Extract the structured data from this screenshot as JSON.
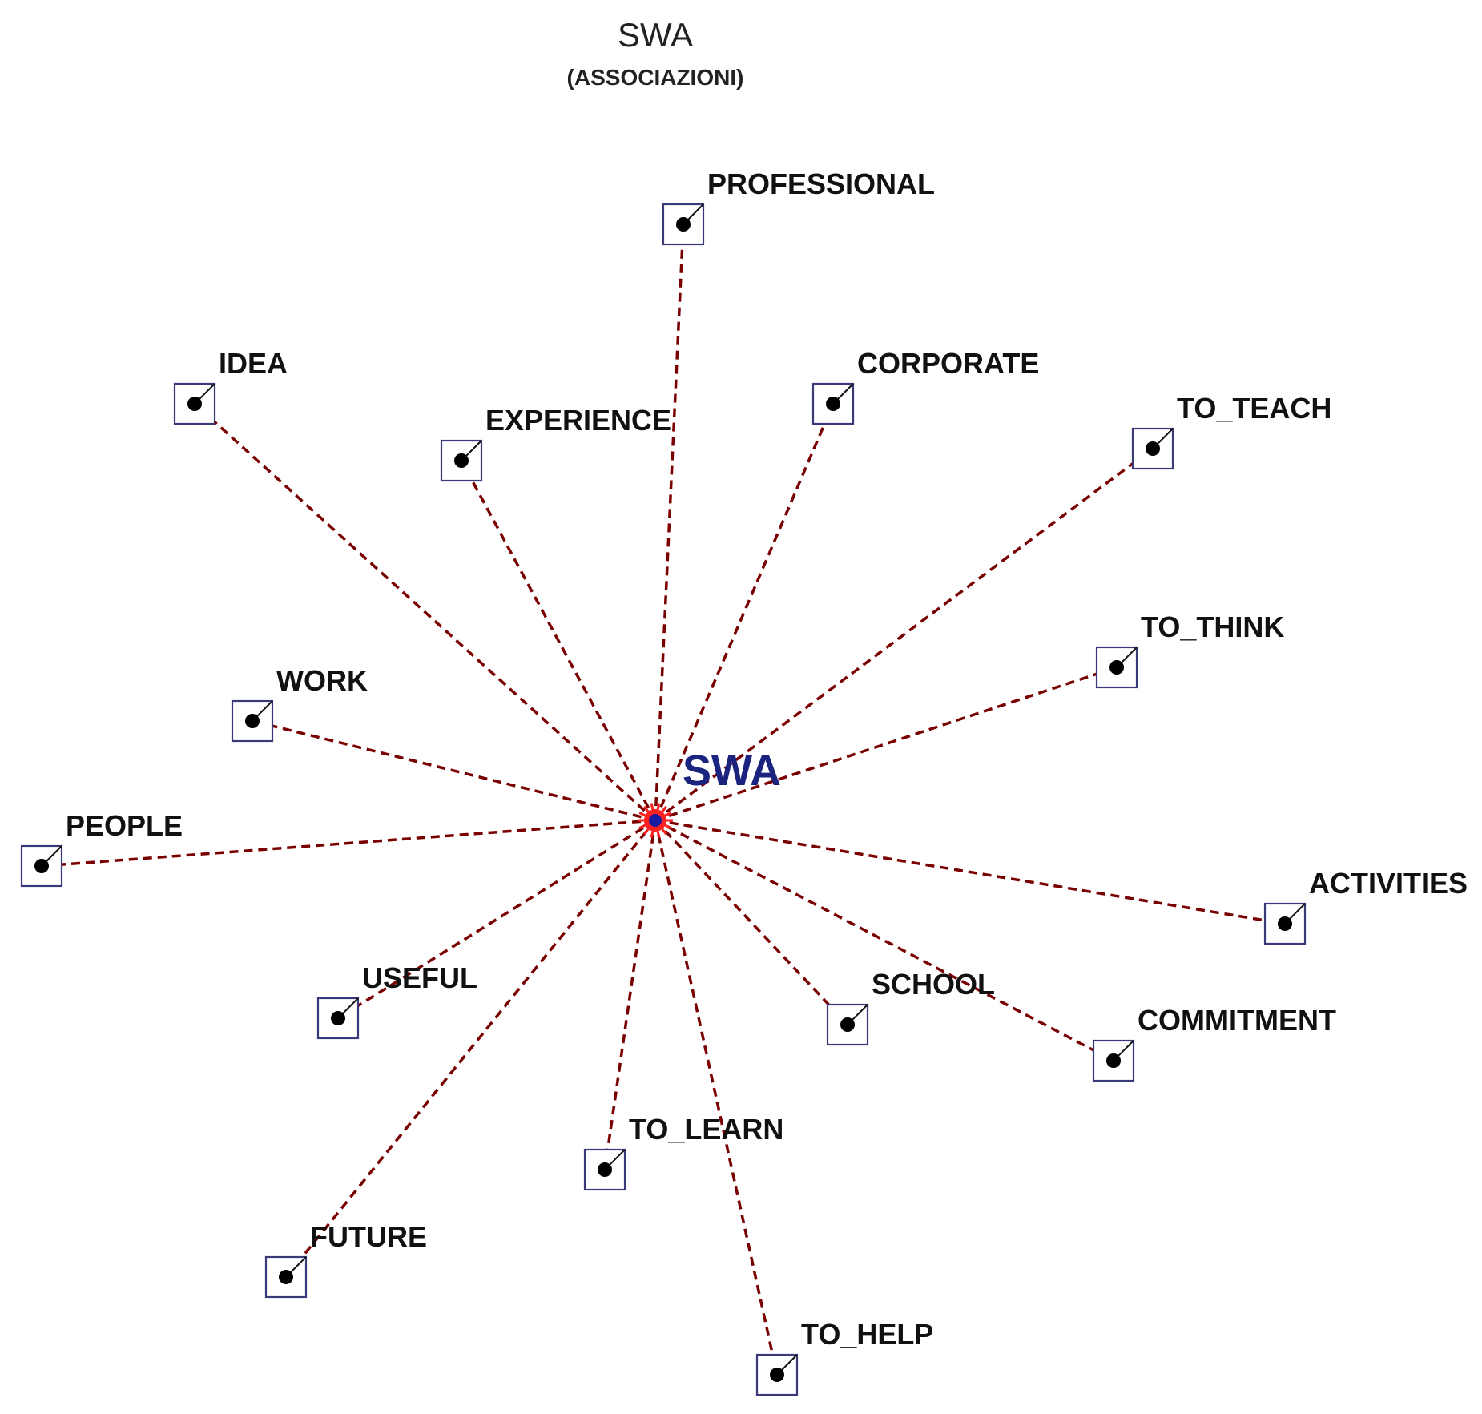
{
  "title": "SWA",
  "subtitle": "(ASSOCIAZIONI)",
  "center": {
    "label": "SWA"
  },
  "colors": {
    "edge": "#7a0000",
    "box": "#3a3a7a",
    "center_label": "#1a237e",
    "center_dot": "#1a1aa0",
    "center_burst": "#ff2020"
  },
  "nodes": [
    {
      "id": "professional",
      "label": "PROFESSIONAL"
    },
    {
      "id": "idea",
      "label": "IDEA"
    },
    {
      "id": "experience",
      "label": "EXPERIENCE"
    },
    {
      "id": "corporate",
      "label": "CORPORATE"
    },
    {
      "id": "to-teach",
      "label": "TO_TEACH"
    },
    {
      "id": "to-think",
      "label": "TO_THINK"
    },
    {
      "id": "work",
      "label": "WORK"
    },
    {
      "id": "people",
      "label": "PEOPLE"
    },
    {
      "id": "activities",
      "label": "ACTIVITIES"
    },
    {
      "id": "useful",
      "label": "USEFUL"
    },
    {
      "id": "school",
      "label": "SCHOOL"
    },
    {
      "id": "commitment",
      "label": "COMMITMENT"
    },
    {
      "id": "to-learn",
      "label": "TO_LEARN"
    },
    {
      "id": "future",
      "label": "FUTURE"
    },
    {
      "id": "to-help",
      "label": "TO_HELP"
    }
  ]
}
